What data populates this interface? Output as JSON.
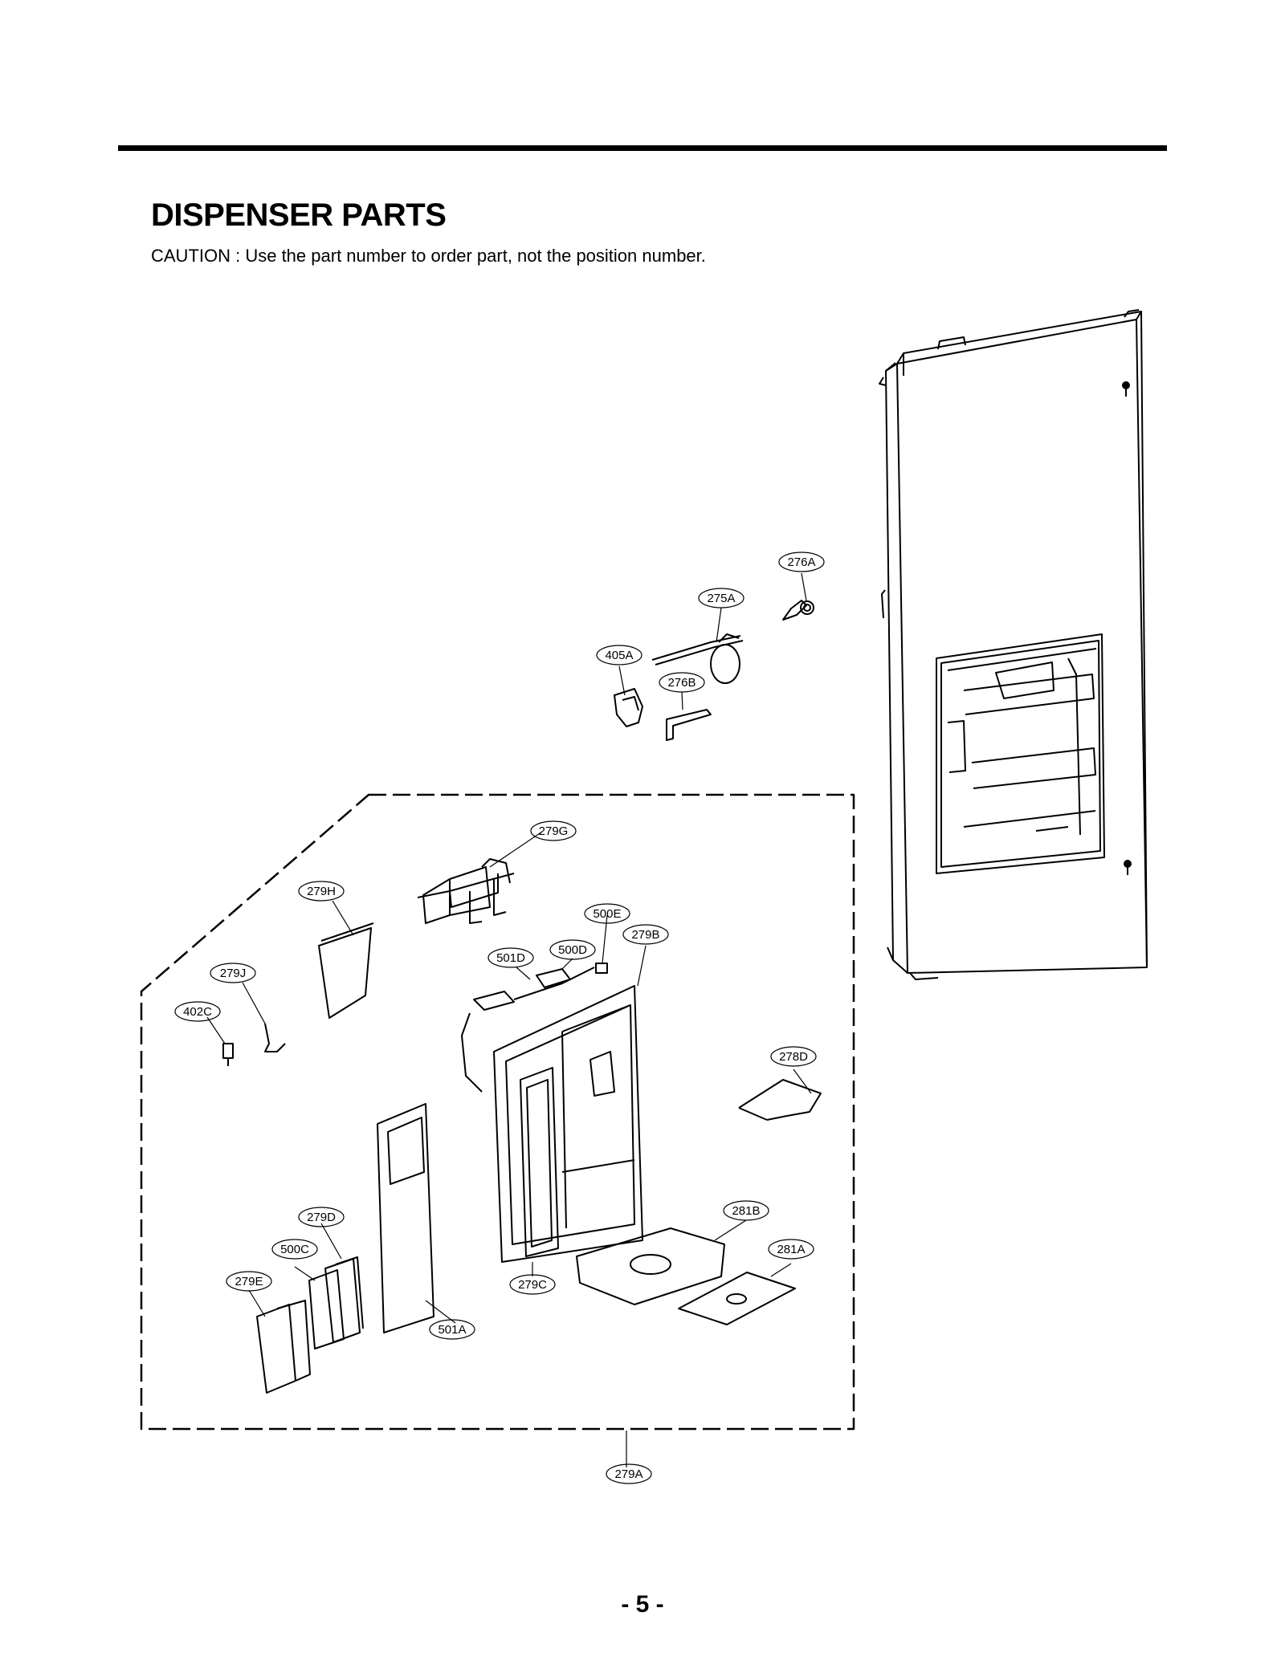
{
  "page": {
    "title": "DISPENSER PARTS",
    "caution": "CAUTION : Use the part number to order part, not the position number.",
    "page_number": "- 5 -"
  },
  "callouts": [
    {
      "id": "c276A",
      "label": "276A"
    },
    {
      "id": "c275A",
      "label": "275A"
    },
    {
      "id": "c405A",
      "label": "405A"
    },
    {
      "id": "c276B",
      "label": "276B"
    },
    {
      "id": "c279G",
      "label": "279G"
    },
    {
      "id": "c279H",
      "label": "279H"
    },
    {
      "id": "c500E",
      "label": "500E"
    },
    {
      "id": "c279B",
      "label": "279B"
    },
    {
      "id": "c500D",
      "label": "500D"
    },
    {
      "id": "c501D",
      "label": "501D"
    },
    {
      "id": "c279J",
      "label": "279J"
    },
    {
      "id": "c402C",
      "label": "402C"
    },
    {
      "id": "c278D",
      "label": "278D"
    },
    {
      "id": "c281B",
      "label": "281B"
    },
    {
      "id": "c279D",
      "label": "279D"
    },
    {
      "id": "c281A",
      "label": "281A"
    },
    {
      "id": "c500C",
      "label": "500C"
    },
    {
      "id": "c279E",
      "label": "279E"
    },
    {
      "id": "c279C",
      "label": "279C"
    },
    {
      "id": "c501A",
      "label": "501A"
    },
    {
      "id": "c279A",
      "label": "279A"
    }
  ]
}
